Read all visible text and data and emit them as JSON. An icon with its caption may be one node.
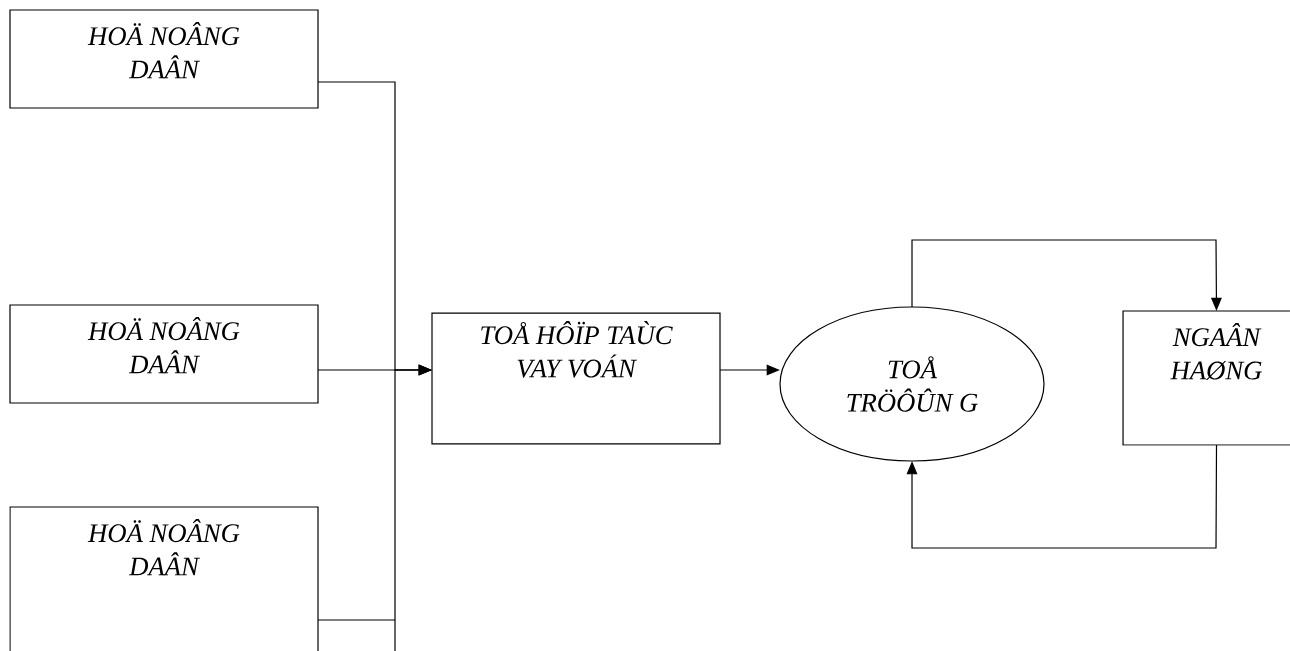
{
  "diagram": {
    "nodes": [
      {
        "text": [
          "HOÄ NOÂNG DAÂN"
        ]
      },
      {
        "text": [
          "HOÄ NOÂNG DAÂN"
        ]
      },
      {
        "text": [
          "HOÄ NOÂNG DAÂN"
        ]
      },
      {
        "text": [
          "TOÅ HÔÏP TAÙC VAY VOÁN"
        ]
      },
      {
        "text": [
          "TOÅ TRÖÔÛN G"
        ]
      },
      {
        "text": [
          "NGAÂN HAØNG"
        ]
      }
    ],
    "edges": [
      {
        "from": 0,
        "to": 3,
        "arrow": "to"
      },
      {
        "from": 1,
        "to": 3,
        "arrow": "to"
      },
      {
        "from": 2,
        "to": 3,
        "arrow": "to"
      },
      {
        "from": 3,
        "to": 4,
        "arrow": "to"
      },
      {
        "from": 4,
        "to": 5,
        "arrow": "to"
      },
      {
        "from": 5,
        "to": 4,
        "arrow": "to"
      }
    ]
  }
}
